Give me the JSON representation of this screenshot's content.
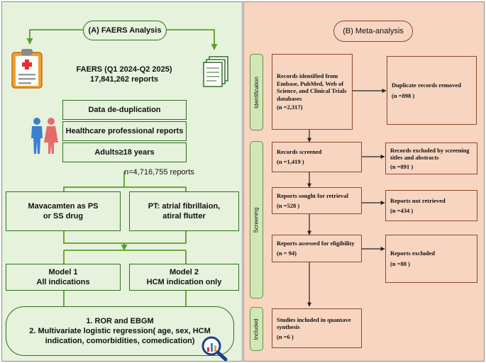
{
  "panel_a": {
    "title": "(A) FAERS Analysis",
    "dataset_line1": "FAERS (Q1 2024-Q2 2025)",
    "dataset_line2": "17,841,262 reports",
    "steps": [
      "Data de-duplication",
      "Healthcare professional reports",
      "Adults≥18 years"
    ],
    "count_label": "n=4,716,755 reports",
    "filter_left_line1": "Mavacamten as PS",
    "filter_left_line2": "or SS drug",
    "filter_right_line1": "PT: atrial fibrillaion,",
    "filter_right_line2": "atiral flutter",
    "model1_line1": "Model 1",
    "model1_line2": "All indications",
    "model2_line1": "Model 2",
    "model2_line2": "HCM indication only",
    "methods_line1": "1. ROR and EBGM",
    "methods_line2": "2. Multivariate logistic regression( age, sex, HCM",
    "methods_line3": "indication, comorbidities, comedication)",
    "colors": {
      "panel_bg": "#e6f2dc",
      "border": "#2f6f20",
      "arrow": "#5aa028"
    }
  },
  "panel_b": {
    "title": "(B) Meta-analysis",
    "stages": [
      "Identification",
      "Screening",
      "Included"
    ],
    "identified_line1": "Records identified from",
    "identified_line2": "Embase, PubMed, Web of",
    "identified_line3": "Science, and Clinical Trials",
    "identified_line4": "databases",
    "identified_n": "(n =2,317)",
    "duplicates_label": "Duplicate records removed",
    "duplicates_n": "(n =898 )",
    "screened_label": "Records screened",
    "screened_n": "(n =1,419 )",
    "excluded_screen_line1": "Records excluded by screening",
    "excluded_screen_line2": "titles and abstracts",
    "excluded_screen_n": "(n =891 )",
    "retrieval_label": "Reports sought for retrieval",
    "retrieval_n": "(n =528 )",
    "not_retrieved_label": "Reports not retrieved",
    "not_retrieved_n": "(n =434 )",
    "eligibility_label": "Reports assessed for eligibility",
    "eligibility_n": "(n = 94)",
    "excluded_label": "Reports excluded",
    "excluded_n": "(n =88 )",
    "included_line1": "Studies included in quantave",
    "included_line2": "synthesis",
    "included_n": "(n =6 )",
    "colors": {
      "panel_bg": "#f7d5c1",
      "border": "#8a4a2a",
      "stage_bg": "#cfe8b5"
    }
  }
}
